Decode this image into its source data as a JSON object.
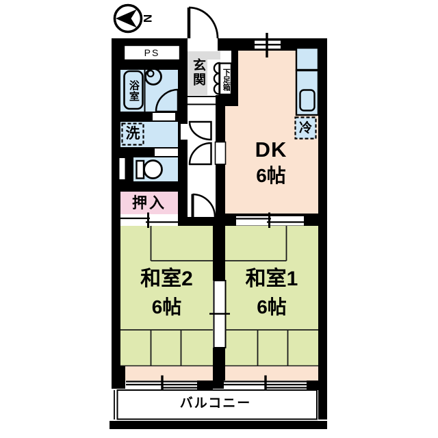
{
  "compass": {
    "north_label": "N"
  },
  "rooms": {
    "dk": {
      "name": "DK",
      "size": "6帖"
    },
    "washitsu1": {
      "name": "和室1",
      "size": "6帖"
    },
    "washitsu2": {
      "name": "和室2",
      "size": "6帖"
    },
    "genkan": {
      "label": "玄関"
    },
    "closet": {
      "label": "押入"
    },
    "bathroom": {
      "label": "浴室"
    },
    "balcony": {
      "label": "バルコニー"
    }
  },
  "fixtures": {
    "pipe_space": "PS",
    "shoe_box": "下足箱",
    "washing_machine": "洗",
    "refrigerator": "冷"
  },
  "colors": {
    "wall": "#000000",
    "dk_floor": "#fbe3d1",
    "tatami_floor": "#dfe9b0",
    "wet_area_floor": "#cde6f6",
    "closet_floor": "#f7d3e2",
    "genkan_floor": "#dcdcdc",
    "balcony_floor": "#ffffff"
  }
}
